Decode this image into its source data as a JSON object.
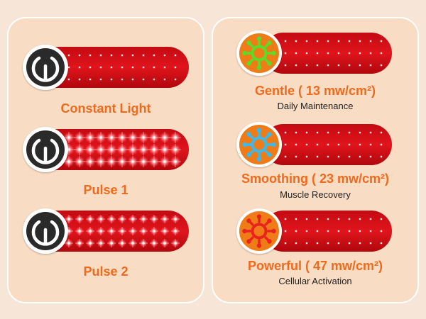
{
  "colors": {
    "accent": "#ee6a1d",
    "red_light": "#e0141c",
    "red_dark": "#a8080e",
    "gentle_icon": "#5bdc2a",
    "smoothing_icon": "#39b9f0",
    "powerful_icon": "#e8231e",
    "icon_bg": "#f07c17"
  },
  "left_modes": [
    {
      "label": "Constant Light",
      "icon": "power-icon"
    },
    {
      "label": "Pulse 1",
      "icon": "power-icon"
    },
    {
      "label": "Pulse 2",
      "icon": "power-icon"
    }
  ],
  "right_modes": [
    {
      "name": "Gentle",
      "intensity": "( 13 mw/cm²)",
      "subtitle": "Daily Maintenance",
      "icon": "sun-icon"
    },
    {
      "name": "Smoothing",
      "intensity": "( 23 mw/cm²)",
      "subtitle": "Muscle Recovery",
      "icon": "sun-icon"
    },
    {
      "name": "Powerful",
      "intensity": "( 47 mw/cm²)",
      "subtitle": "Cellular Activation",
      "icon": "sun-icon"
    }
  ]
}
